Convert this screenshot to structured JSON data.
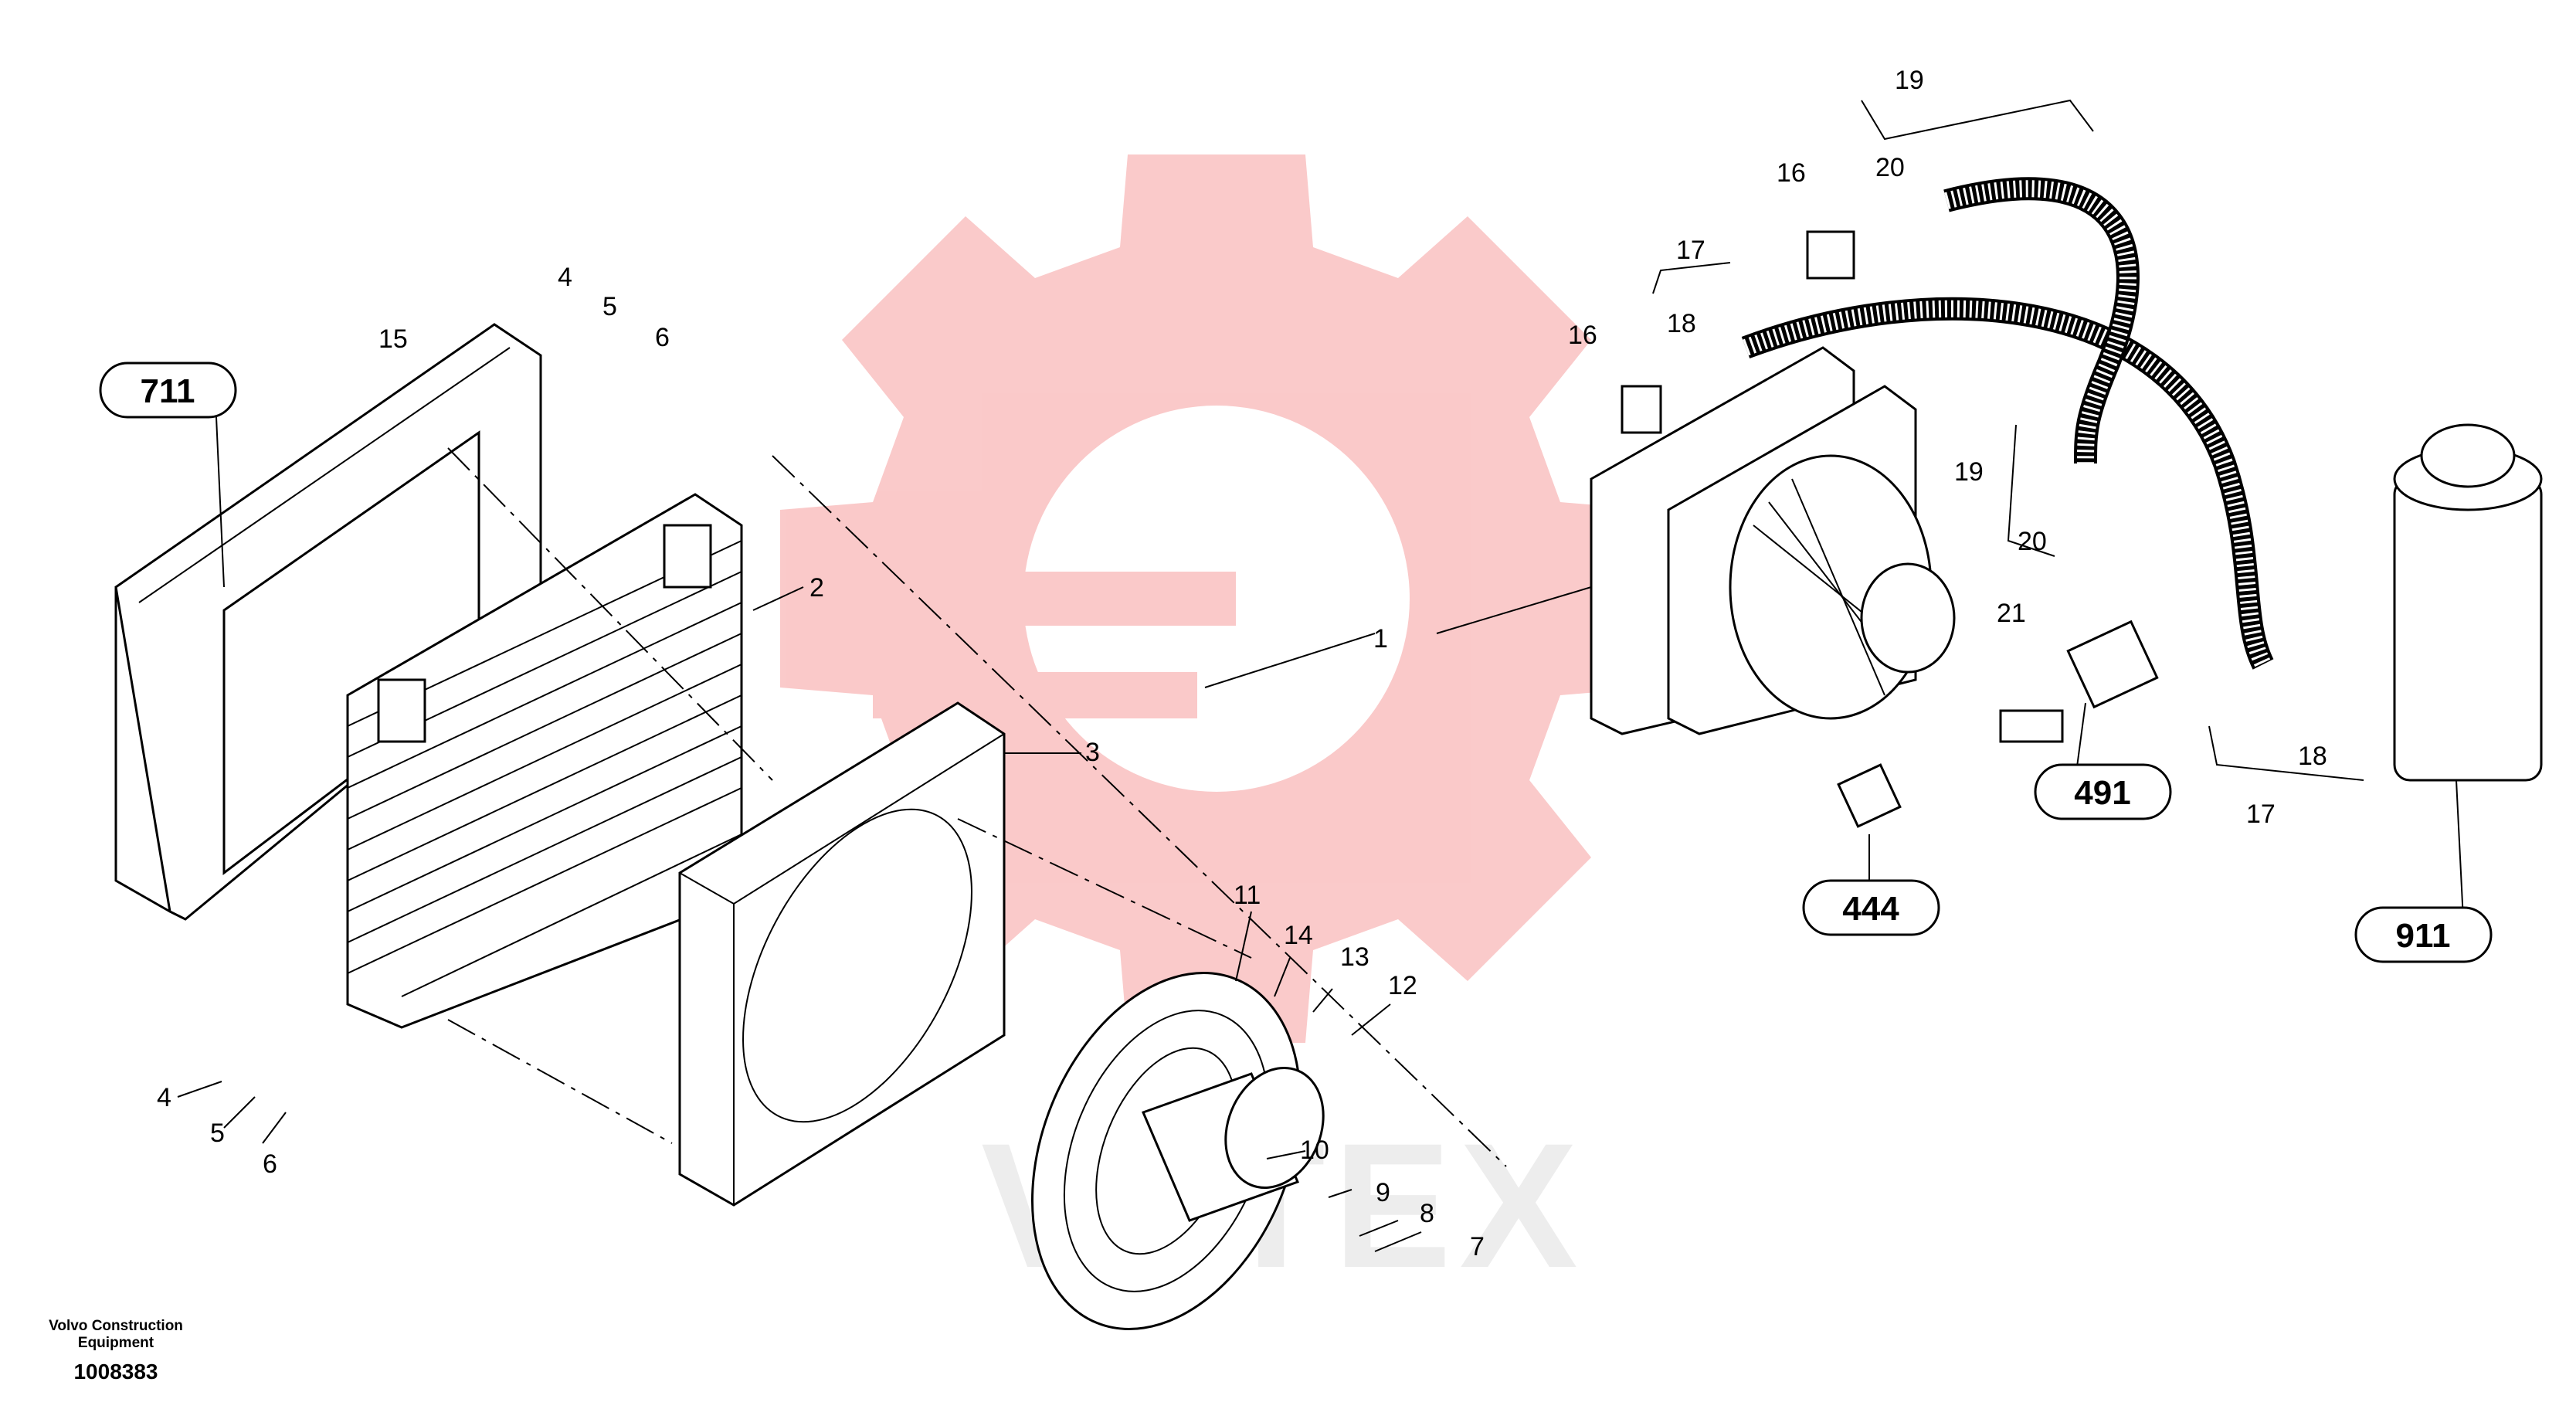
{
  "diagram": {
    "callouts": {
      "c1": "1",
      "c2": "2",
      "c3": "3",
      "c4a": "4",
      "c5a": "5",
      "c6a": "6",
      "c4b": "4",
      "c5b": "5",
      "c6b": "6",
      "c7": "7",
      "c8": "8",
      "c9": "9",
      "c10": "10",
      "c11": "11",
      "c12": "12",
      "c13": "13",
      "c14": "14",
      "c15": "15",
      "c16a": "16",
      "c16b": "16",
      "c17a": "17",
      "c17b": "17",
      "c18a": "18",
      "c18b": "18",
      "c19a": "19",
      "c19b": "19",
      "c20a": "20",
      "c20b": "20",
      "c21": "21"
    },
    "references": {
      "r711": "711",
      "r491": "491",
      "r444": "444",
      "r911": "911"
    },
    "watermark": {
      "text": "VATEX",
      "color": "#f08080"
    }
  },
  "credit": {
    "company": "Volvo Construction Equipment",
    "drawing_number": "1008383"
  }
}
